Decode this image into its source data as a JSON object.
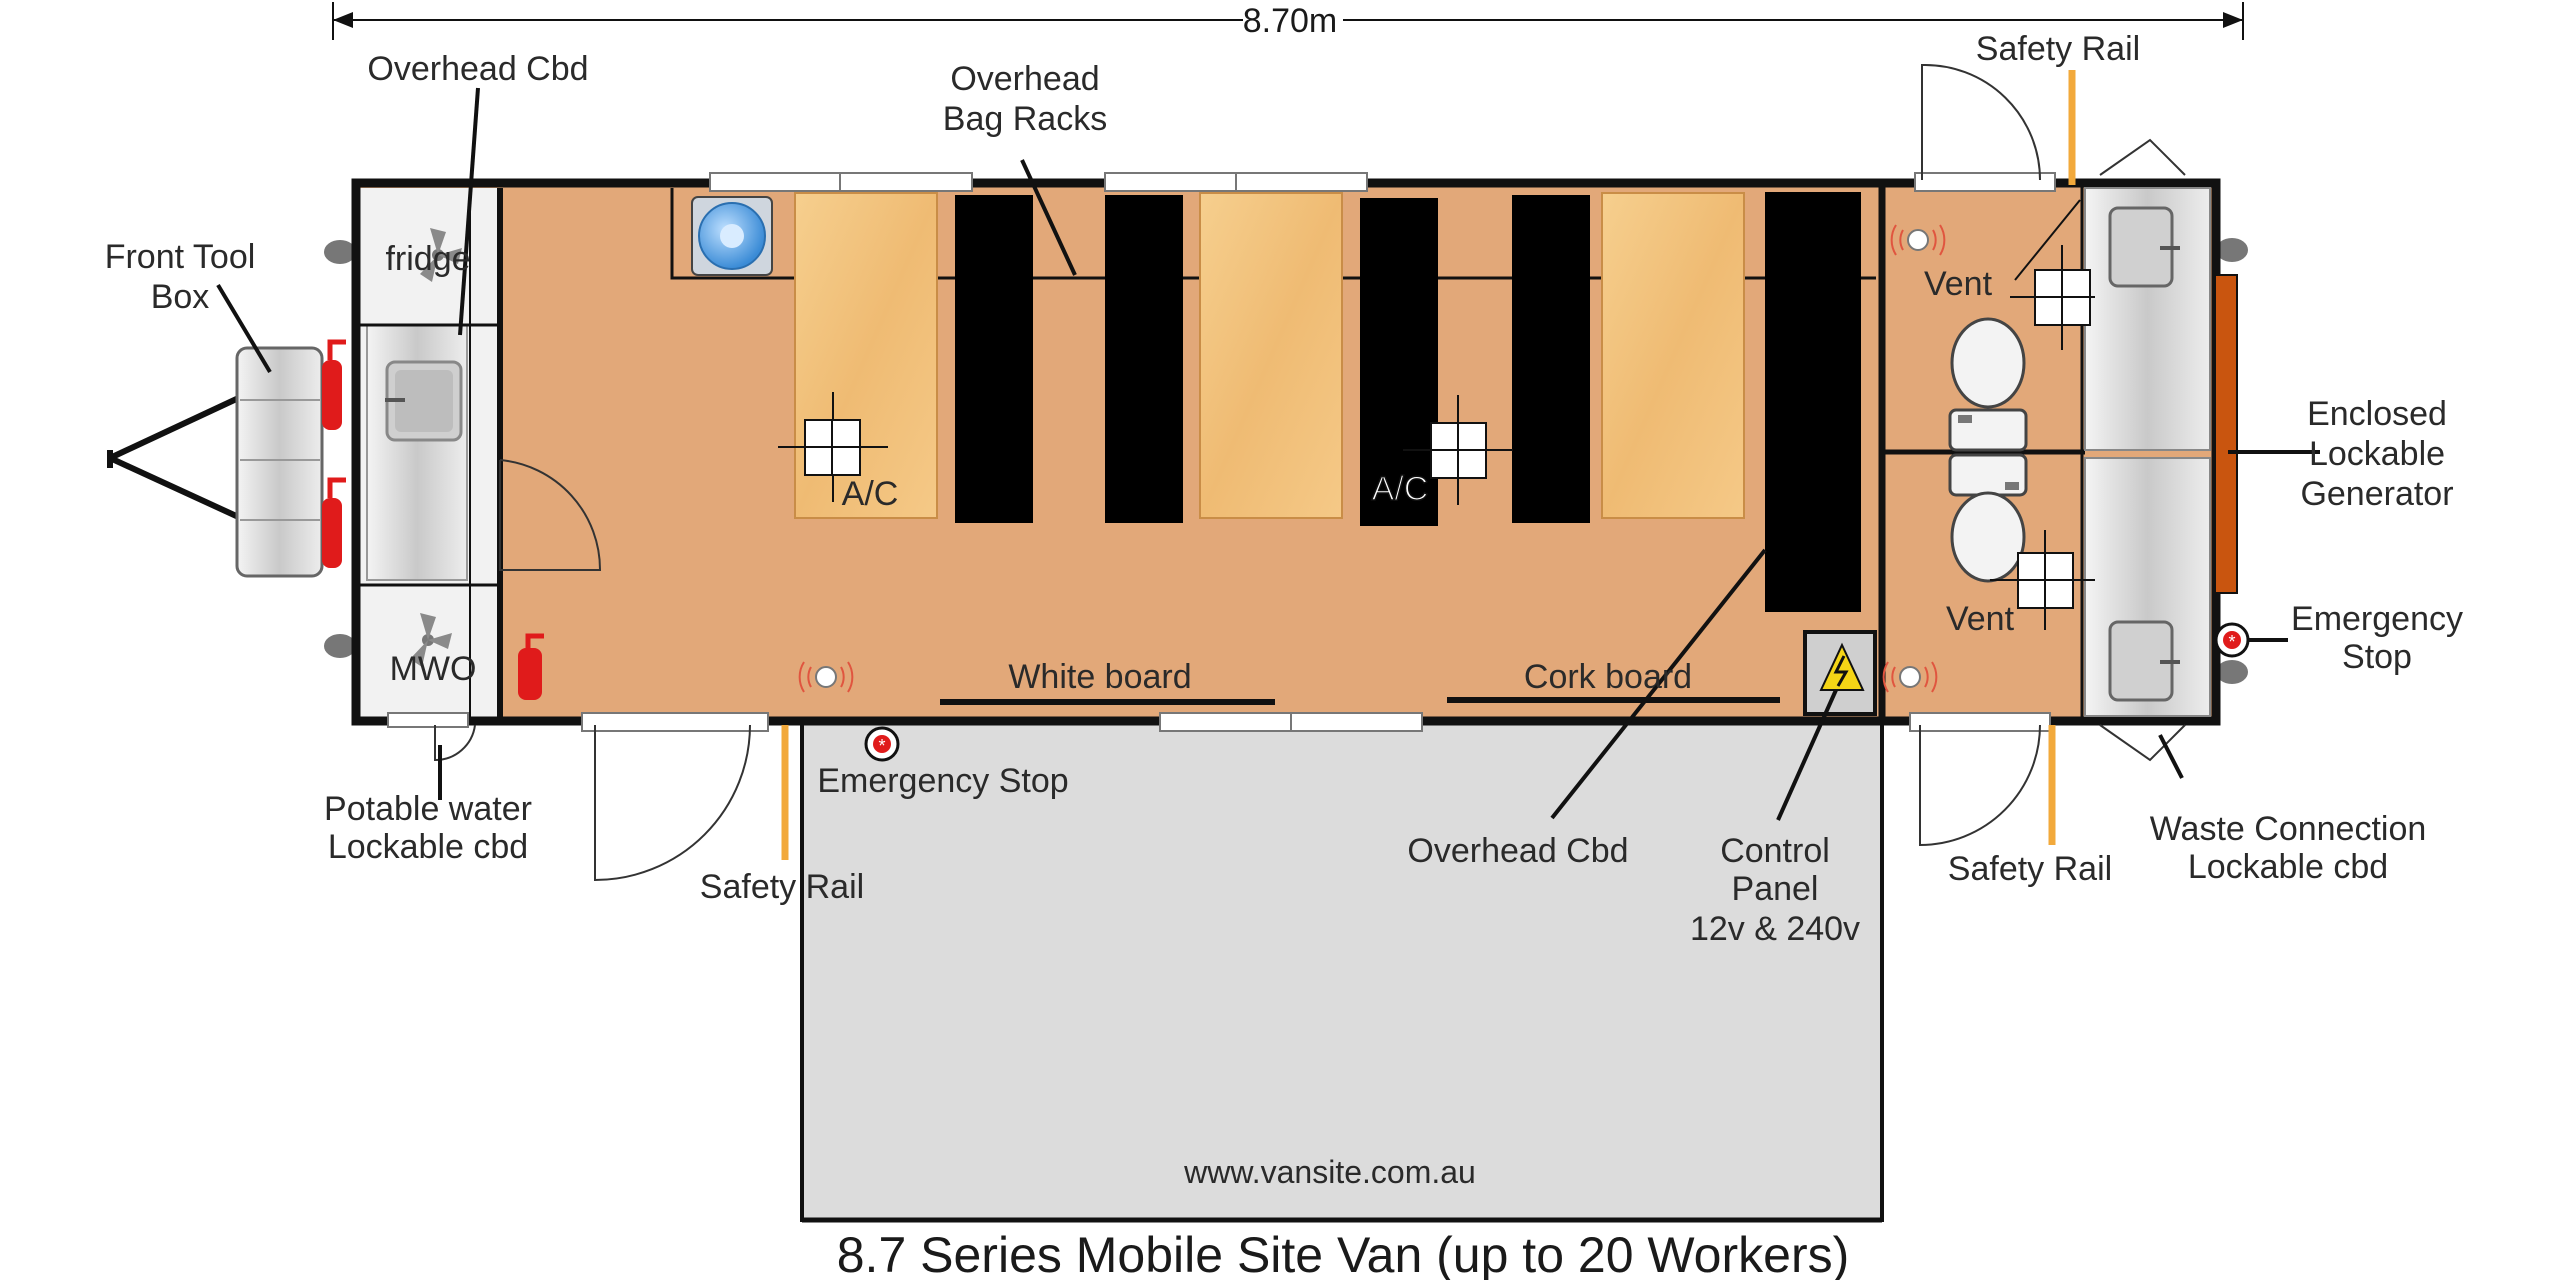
{
  "dimension": "8.70m",
  "title": "8.7 Series Mobile Site Van (up to 20 Workers)",
  "website": "www.vansite.com.au",
  "labels": {
    "overhead_cbd_top": "Overhead Cbd",
    "overhead_bag_racks_1": "Overhead",
    "overhead_bag_racks_2": "Bag Racks",
    "safety_rail_top": "Safety Rail",
    "front_tool_box_1": "Front Tool",
    "front_tool_box_2": "Box",
    "fridge": "fridge",
    "mwo": "MWO",
    "ac_left": "A/C",
    "ac_mid": "A/C",
    "vent_top": "Vent",
    "vent_bottom": "Vent",
    "enclosed_gen_1": "Enclosed",
    "enclosed_gen_2": "Lockable",
    "enclosed_gen_3": "Generator",
    "emergency_stop_right_1": "Emergency",
    "emergency_stop_right_2": "Stop",
    "white_board": "White board",
    "cork_board": "Cork board",
    "emergency_stop_bottom": "Emergency Stop",
    "potable_water_1": "Potable water",
    "potable_water_2": "Lockable cbd",
    "safety_rail_left": "Safety Rail",
    "overhead_cbd_bottom": "Overhead Cbd",
    "control_panel_1": "Control",
    "control_panel_2": "Panel",
    "control_panel_3": "12v & 240v",
    "safety_rail_right": "Safety Rail",
    "waste_conn_1": "Waste Connection",
    "waste_conn_2": "Lockable cbd"
  },
  "colors": {
    "floor": "#e2a879",
    "table": "#f3c27e",
    "bench": "#000000",
    "wall": "#111111",
    "rail": "#f2a93b",
    "generator": "#c9550f",
    "extinguisher": "#e01b1b",
    "awning": "#dcdcdc",
    "steel": "#d8d8d8"
  }
}
